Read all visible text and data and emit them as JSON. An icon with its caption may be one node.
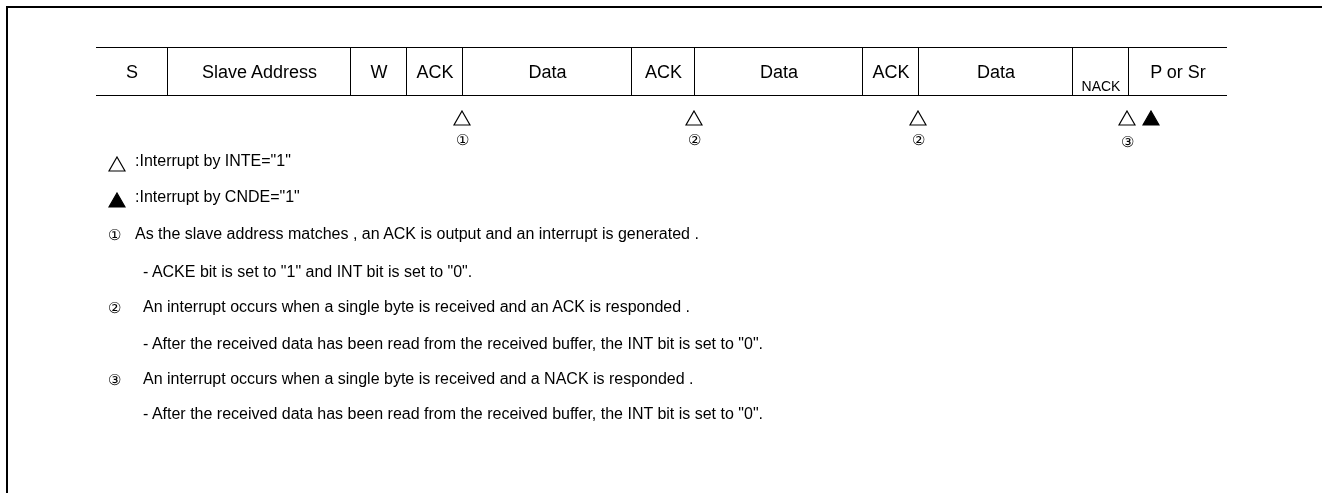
{
  "diagram": {
    "nodes": [
      {
        "text": [
          "S"
        ]
      },
      {
        "text": [
          "Slave Address"
        ]
      },
      {
        "text": [
          "W"
        ]
      },
      {
        "text": [
          "ACK"
        ]
      },
      {
        "text": [
          "Data"
        ]
      },
      {
        "text": [
          "ACK"
        ]
      },
      {
        "text": [
          "Data"
        ]
      },
      {
        "text": [
          "ACK"
        ]
      },
      {
        "text": [
          "Data"
        ]
      },
      {
        "text": [
          "NACK"
        ]
      },
      {
        "text": [
          "P or Sr"
        ]
      }
    ],
    "edges": [],
    "labels": [
      "①",
      "②",
      "②",
      "③",
      "①",
      "As the slave address matches , an ACK is output and an interrupt is generated .",
      "- ACKE bit is set to \"1\" and INT bit is set to \"0\".",
      "②",
      "An interrupt occurs when a single byte is received and an ACK is responded .",
      "- After the received data has been read from the received buffer, the INT bit is set to \"0\".",
      "③",
      "An interrupt occurs when a single byte is received and a NACK is responded .",
      "- After the received data has been read from the received buffer, the INT bit is set to \"0\"."
    ],
    "legend": [
      {
        "text": ":Interrupt by INTE=\"1\""
      },
      {
        "text": ":Interrupt by CNDE=\"1\""
      }
    ]
  }
}
